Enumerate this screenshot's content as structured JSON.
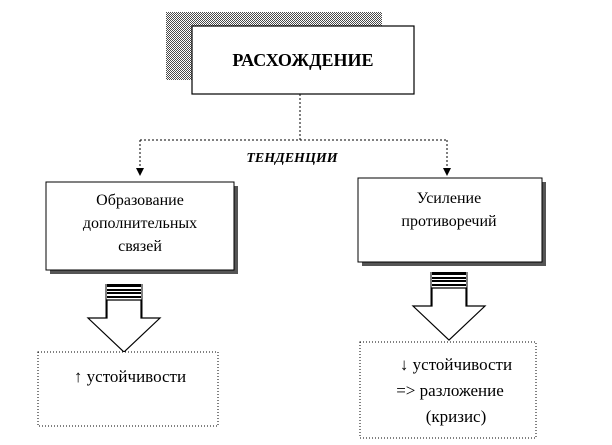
{
  "root": {
    "label": "РАСХОЖДЕНИЕ"
  },
  "connector": {
    "label": "ТЕНДЕНЦИИ"
  },
  "branches": [
    {
      "lines": [
        "Образование",
        "дополнительных",
        "связей"
      ],
      "result": {
        "lines": [
          "↑ устойчивости"
        ]
      }
    },
    {
      "lines": [
        "Усиление",
        "противоречий"
      ],
      "result": {
        "lines": [
          "↓ устойчивости",
          "=> разложение",
          "(кризис)"
        ]
      }
    }
  ]
}
